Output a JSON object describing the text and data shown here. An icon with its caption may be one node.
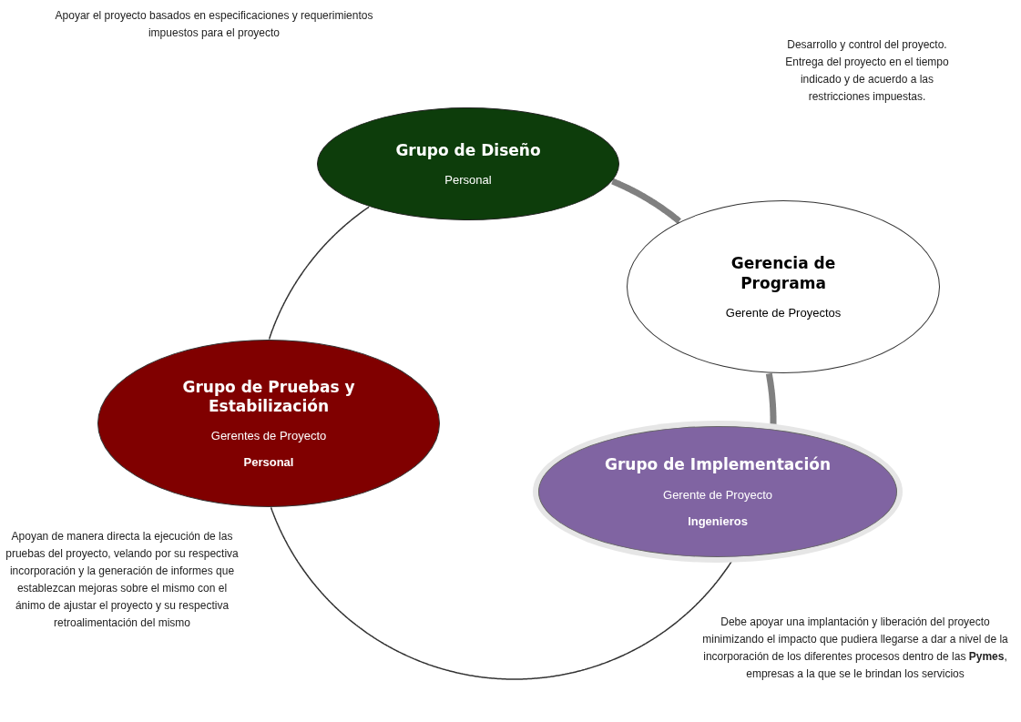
{
  "diagram": {
    "nodes": [
      {
        "text": [
          "Grupo de Diseño",
          "Personal"
        ]
      },
      {
        "text": [
          "Gerencia de Programa",
          "Gerente de Proyectos"
        ]
      },
      {
        "text": [
          "Grupo de Pruebas y Estabilización",
          "Gerentes de Proyecto",
          "Personal"
        ]
      },
      {
        "text": [
          "Grupo de Implementación",
          "Gerente de Proyecto",
          "Ingenieros"
        ]
      }
    ],
    "edges": [
      {
        "from": 0,
        "to": 1,
        "arrow": "none",
        "style": "thick",
        "color": "#808080"
      },
      {
        "from": 1,
        "to": 3,
        "arrow": "none",
        "style": "thick",
        "color": "#808080"
      },
      {
        "from": 3,
        "to": 2,
        "arrow": "none"
      },
      {
        "from": 2,
        "to": 0,
        "arrow": "none"
      }
    ],
    "labels": [
      "Apoyar el proyecto basados en especificaciones y requerimientos impuestos para el proyecto",
      "Desarrollo y control del proyecto. Entrega del proyecto en el tiempo indicado y de acuerdo a las restricciones impuestas.",
      "Apoyan de manera directa la ejecución de las pruebas del proyecto, velando por su respectiva incorporación y la generación de informes que establezcan mejoras sobre el mismo con el ánimo de ajustar el proyecto y su respectiva retroalimentación del mismo",
      "Debe apoyar una implantación y liberación del proyecto minimizando el impacto que pudiera llegarse a dar a nivel de la incorporación de los diferentes procesos dentro de las **Pymes**, empresas a la que se le brindan los servicios"
    ]
  }
}
